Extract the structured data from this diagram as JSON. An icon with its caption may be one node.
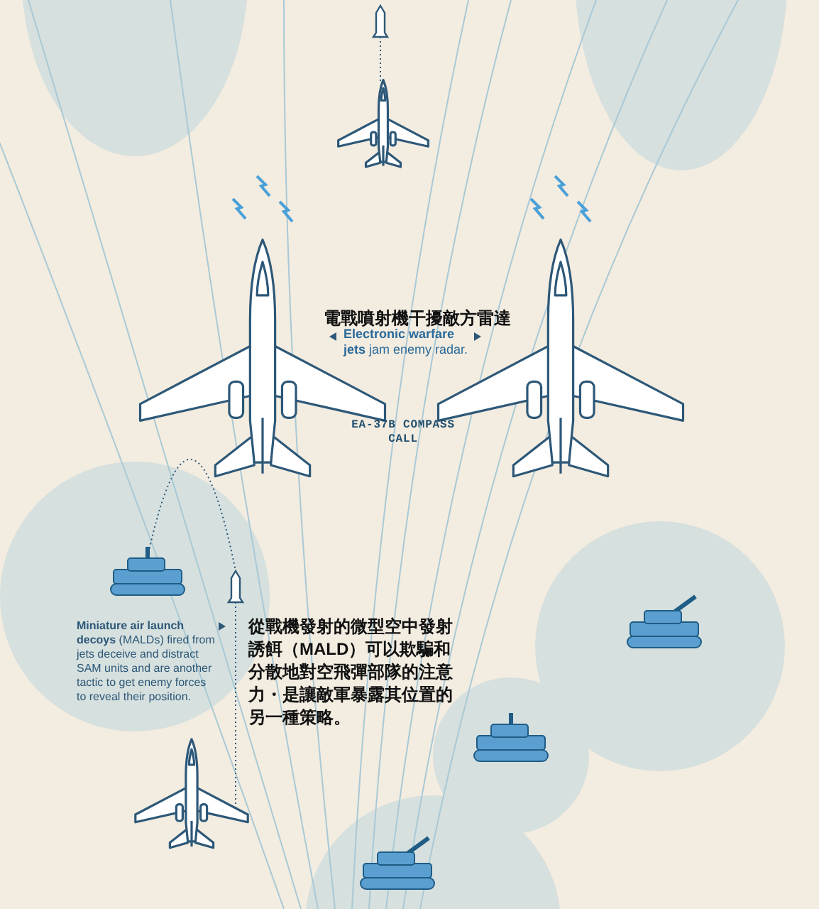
{
  "diagram": {
    "nodes": [
      {
        "text": [],
        "shape": "picture"
      },
      {
        "text": [],
        "shape": "picture"
      },
      {
        "text": [],
        "shape": "picture"
      },
      {
        "text": [],
        "shape": "picture"
      },
      {
        "text": [],
        "shape": "picture"
      }
    ],
    "edges": [
      {
        "from": 1,
        "to": 0,
        "arrow": "none",
        "style": "dashed"
      },
      {
        "from": 2,
        "to": 3,
        "arrow": "none",
        "style": "dashed"
      },
      {
        "from": 3,
        "to": 4,
        "arrow": "none",
        "style": "dashed"
      }
    ],
    "labels": [
      "電戰噴射機干擾敵方雷達",
      "**Electronic warfare jets** jam enemy radar.",
      "EA-37B COMPASS CALL",
      "**Miniature air launch decoys** (MALDs) fired from jets deceive and distract SAM units and are another tactic to get enemy forces to reveal their position.",
      "從戰機發射的微型空中發射誘餌（MALD）可以欺騙和分散地對空飛彈部隊的注意力・是讓敵軍暴露其位置的另一種策略。"
    ]
  }
}
